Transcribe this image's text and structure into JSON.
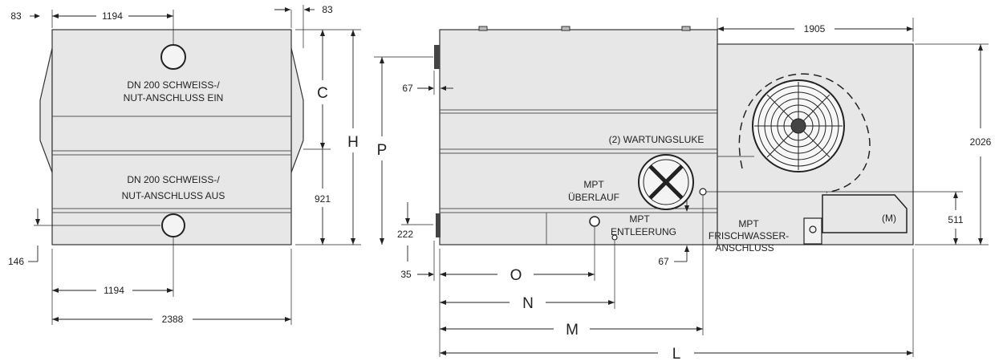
{
  "front_view": {
    "dim_top_left_offset": "83",
    "dim_top_half_width": "1194",
    "dim_top_right_offset": "83",
    "inlet_label_line1": "DN 200 SCHWEISS-/",
    "inlet_label_line2": "NUT-ANSCHLUSS  EIN",
    "outlet_label_line1": "DN 200 SCHWEISS-/",
    "outlet_label_line2": "NUT-ANSCHLUSS AUS",
    "dim_c": "C",
    "dim_h": "H",
    "dim_921": "921",
    "dim_146": "146",
    "dim_bottom_half_width": "1194",
    "dim_total_width": "2388"
  },
  "side_view": {
    "dim_67_top": "67",
    "dim_p": "P",
    "dim_222": "222",
    "dim_35": "35",
    "dim_1905": "1905",
    "dim_2026": "2026",
    "dim_511": "511",
    "dim_67_bottom": "67",
    "service_hatch_label": "(2) WARTUNGSLUKE",
    "overflow_label_line1": "MPT",
    "overflow_label_line2": "ÜBERLAUF",
    "drain_label_line1": "MPT",
    "drain_label_line2": "ENTLEERUNG",
    "freshwater_label_line1": "MPT",
    "freshwater_label_line2": "FRISCHWASSER-",
    "freshwater_label_line3": "ANSCHLUSS",
    "motor_label": "(M)",
    "dim_o": "O",
    "dim_n": "N",
    "dim_m": "M",
    "dim_l": "L"
  },
  "colors": {
    "body_fill": "#e7e7e7",
    "line": "#222222"
  }
}
